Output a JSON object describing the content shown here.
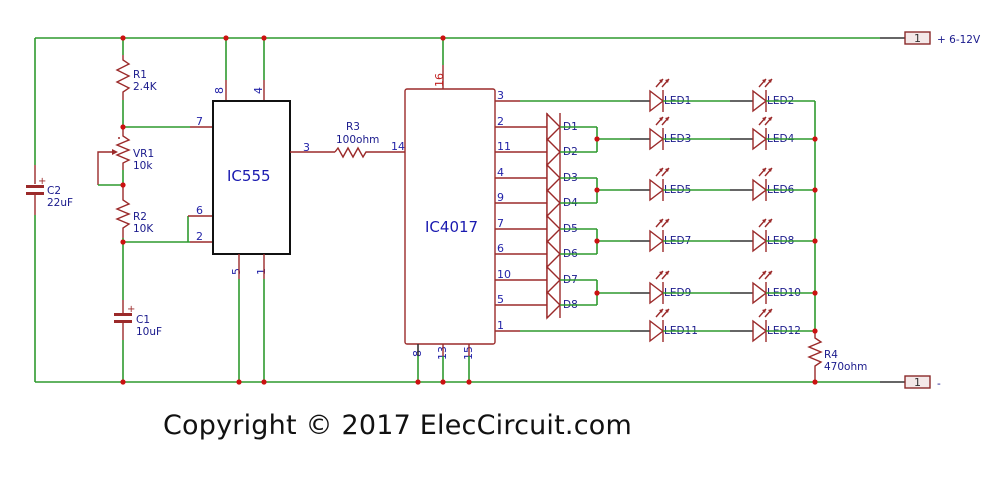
{
  "title": "LED chaser circuit using IC555 and IC4017",
  "copyright": "Copyright © 2017 ElecCircuit.com",
  "power": {
    "positive": {
      "port": "1",
      "label": "+ 6-12V"
    },
    "negative": {
      "port": "1",
      "label": "-"
    }
  },
  "components": {
    "R1": {
      "name": "R1",
      "value": "2.4K"
    },
    "VR1": {
      "name": "VR1",
      "value": "10k"
    },
    "R2": {
      "name": "R2",
      "value": "10K"
    },
    "C1": {
      "name": "C1",
      "value": "10uF"
    },
    "C2": {
      "name": "C2",
      "value": "22uF"
    },
    "R3": {
      "name": "R3",
      "value": "100ohm"
    },
    "R4": {
      "name": "R4",
      "value": "470ohm"
    },
    "IC555": {
      "name": "IC555",
      "pins": {
        "p8": "8",
        "p4": "4",
        "p7": "7",
        "p6": "6",
        "p2": "2",
        "p3": "3",
        "p5": "5",
        "p1": "1"
      }
    },
    "IC4017": {
      "name": "IC4017",
      "pins": {
        "p16": "16",
        "p14": "14",
        "p8": "8",
        "p13": "13",
        "p15": "15"
      },
      "outputs": [
        "3",
        "2",
        "11",
        "4",
        "9",
        "7",
        "6",
        "10",
        "5",
        "1"
      ]
    },
    "diodes": [
      "D1",
      "D2",
      "D3",
      "D4",
      "D5",
      "D6",
      "D7",
      "D8"
    ],
    "leds": [
      "LED1",
      "LED2",
      "LED3",
      "LED4",
      "LED5",
      "LED6",
      "LED7",
      "LED8",
      "LED9",
      "LED10",
      "LED11",
      "LED12"
    ]
  }
}
